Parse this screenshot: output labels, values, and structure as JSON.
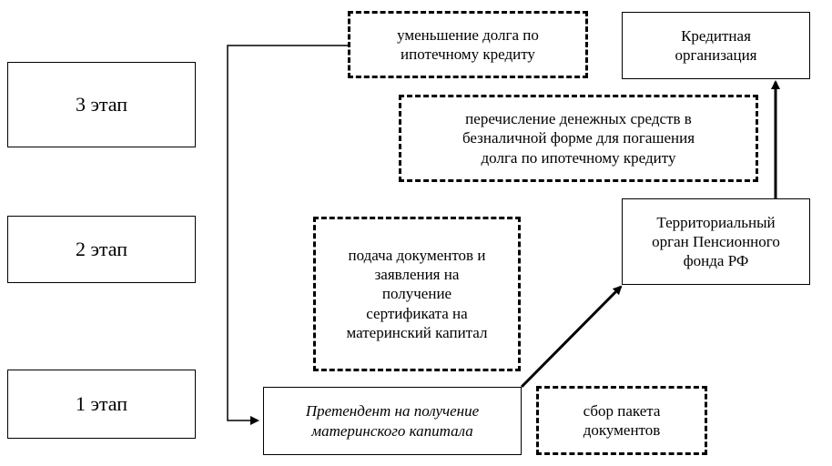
{
  "stages": {
    "stage3": "3 этап",
    "stage2": "2 этап",
    "stage1": "1 этап"
  },
  "boxes": {
    "debt_reduction": "уменьшение долга по\nипотечному кредиту",
    "credit_org": "Кредитная\nорганизация",
    "transfer": "перечисление денежных средств в\nбезналичной форме для погашения\nдолга по ипотечному кредиту",
    "submission": "подача документов и\nзаявления на\nполучение\nсертификата на\nматеринский капитал",
    "pension_fund": "Территориальный\nорган Пенсионного\nфонда РФ",
    "applicant": "Претендент на получение\nматеринского капитала",
    "collect_docs": "сбор пакета\nдокументов"
  }
}
